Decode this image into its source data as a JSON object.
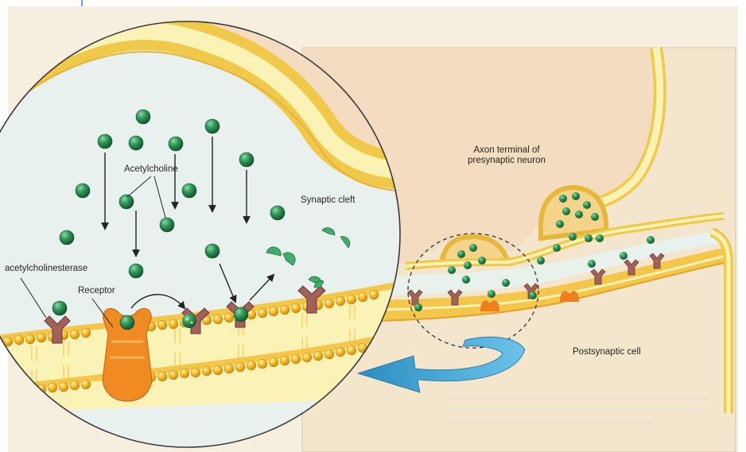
{
  "labels": {
    "acetylcholine": "Acetylcholine",
    "synaptic_cleft": "Synaptic cleft",
    "acetylcholinesterase": "acetylcholinesterase",
    "receptor": "Receptor",
    "axon_terminal_line1": "Axon terminal of",
    "axon_terminal_line2": "presynaptic neuron",
    "postsynaptic_cell": "Postsynaptic cell"
  },
  "icons": [
    "acetylcholine-molecule-icon",
    "receptor-icon",
    "acetylcholinesterase-icon",
    "zoom-arrow-icon"
  ],
  "colors": {
    "background": "#f6efe0",
    "presynaptic_fill": "#f3dcc0",
    "membrane_yellow": "#f4c64a",
    "membrane_cream": "#fbf2b6",
    "cleft": "#e9f1ee",
    "acetylcholine": "#2e9a5a",
    "receptor": "#a0625a",
    "enzyme": "#ee7e1e",
    "zoom_arrow": "#3a9fd0"
  }
}
